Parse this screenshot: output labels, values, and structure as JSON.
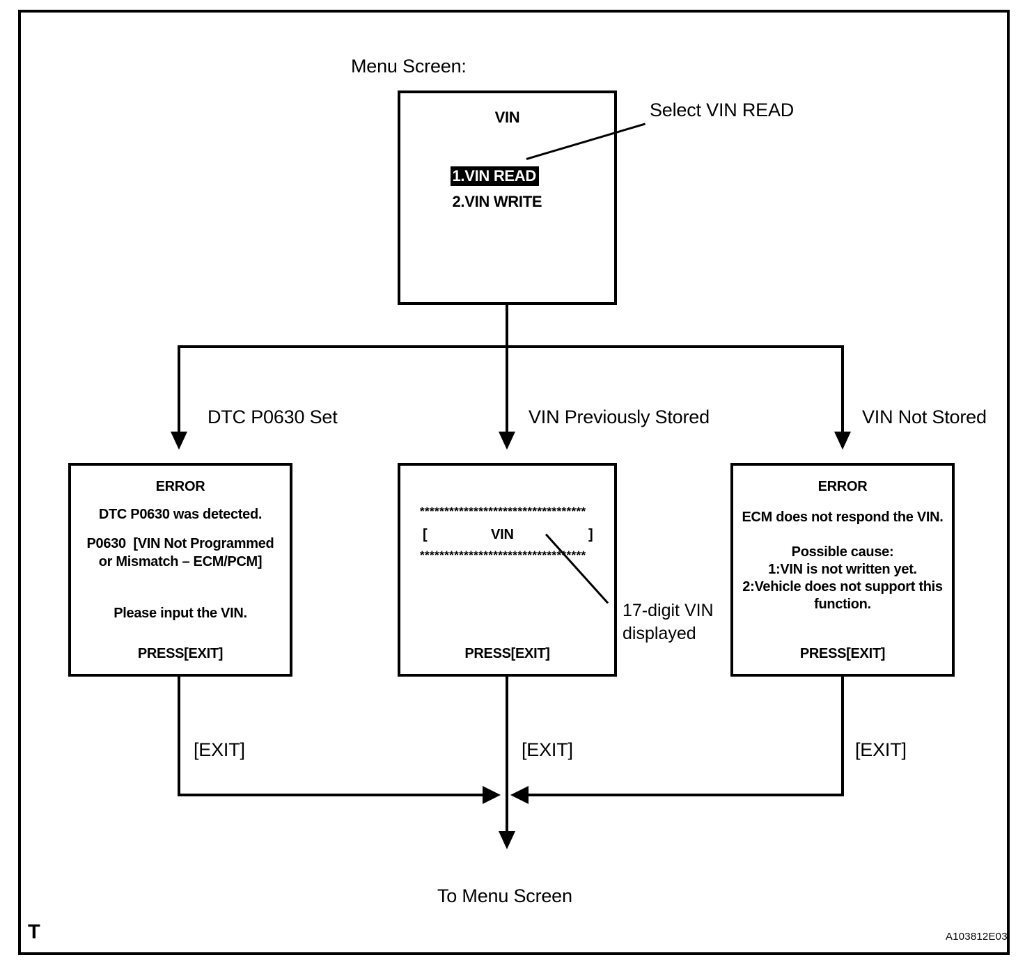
{
  "figure": {
    "corner_marker": "T",
    "figure_code": "A103812E03",
    "menu_screen_label": "Menu Screen:",
    "to_menu_screen_label": "To Menu Screen"
  },
  "menu_screen": {
    "title": "VIN",
    "items": [
      {
        "label": "1.VIN READ",
        "selected": true
      },
      {
        "label": "2.VIN WRITE",
        "selected": false
      }
    ],
    "callout": "Select VIN READ"
  },
  "branches": [
    {
      "label": "DTC P0630 Set"
    },
    {
      "label": "VIN Previously Stored"
    },
    {
      "label": "VIN Not Stored"
    }
  ],
  "screens": {
    "dtc_error": {
      "title": "ERROR",
      "line1": "DTC P0630 was detected.",
      "line2": "P0630  [VIN Not Programmed",
      "line3": "or Mismatch – ECM/PCM]",
      "line4": "Please input the VIN.",
      "footer": "PRESS[EXIT]"
    },
    "vin_display": {
      "stars_top": "**********************************",
      "vin_open_bracket": "[",
      "vin_value": "VIN",
      "vin_close_bracket": "]",
      "stars_bottom": "**********************************",
      "footer": "PRESS[EXIT]",
      "callout_line1": "17-digit VIN",
      "callout_line2": "displayed"
    },
    "ecm_error": {
      "title": "ERROR",
      "line1": "ECM does not respond the VIN.",
      "line2": "Possible cause:",
      "line3": "1:VIN is not written yet.",
      "line4": "2:Vehicle does not support this",
      "line5": "function.",
      "footer": "PRESS[EXIT]"
    }
  },
  "exit_labels": [
    {
      "label": "[EXIT]"
    },
    {
      "label": "[EXIT]"
    },
    {
      "label": "[EXIT]"
    }
  ],
  "colors": {
    "ink": "#000000",
    "paper": "#ffffff"
  }
}
